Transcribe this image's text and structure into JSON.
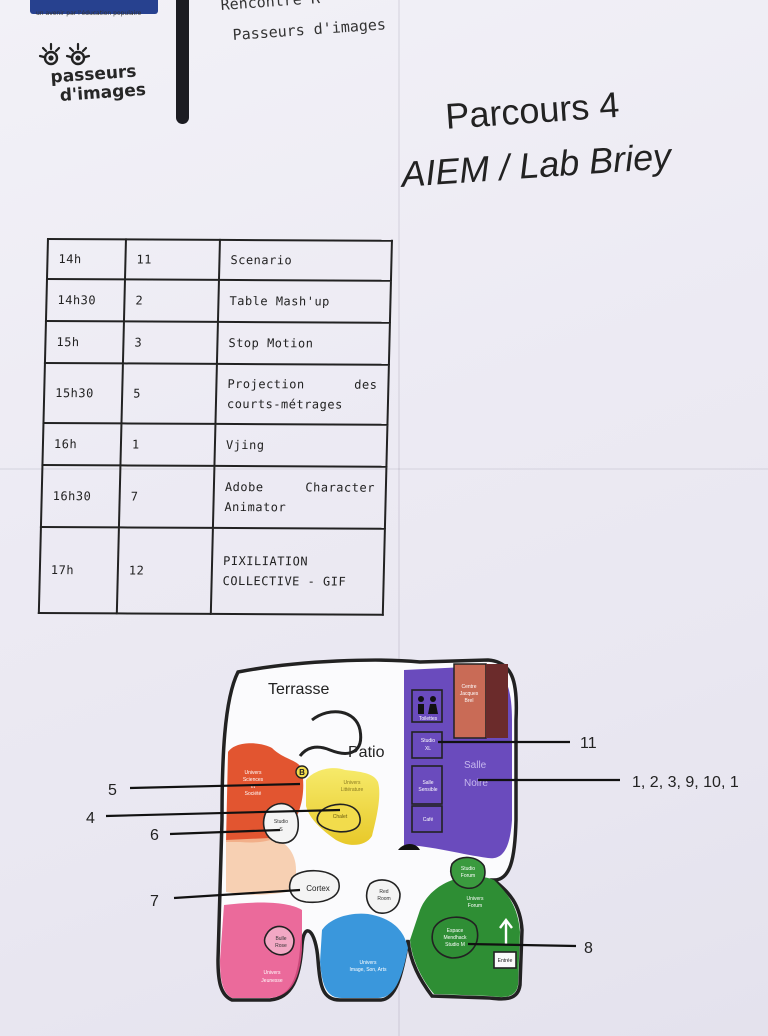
{
  "header": {
    "org_tagline": "un avenir par l'éducation populaire",
    "logo_line1": "passeurs",
    "logo_line2": "d'images",
    "event_line1": "Rencontre R",
    "event_line2": "Passeurs d'images",
    "title": "Parcours 4",
    "subtitle": "AIEM / Lab Briey"
  },
  "schedule": {
    "rows": [
      {
        "time": "14h",
        "num": "11",
        "activity": "Scenario"
      },
      {
        "time": "14h30",
        "num": "2",
        "activity": "Table Mash'up"
      },
      {
        "time": "15h",
        "num": "3",
        "activity": "Stop Motion"
      },
      {
        "time": "15h30",
        "num": "5",
        "activity_l1": "Projection des",
        "activity_l2": "courts-métrages"
      },
      {
        "time": "16h",
        "num": "1",
        "activity": "Vjing"
      },
      {
        "time": "16h30",
        "num": "7",
        "activity_l1": "Adobe Character",
        "activity_l2": "Animator"
      },
      {
        "time": "17h",
        "num": "12",
        "activity_l1": "PIXILIATION",
        "activity_l2": "COLLECTIVE - GIF"
      }
    ]
  },
  "map": {
    "labels": {
      "terrasse": "Terrasse",
      "patio": "Patio",
      "salle_noire_1": "Salle",
      "salle_noire_2": "Noire",
      "sciences_1": "Univers",
      "sciences_2": "Sciences",
      "sciences_3": "et",
      "sciences_4": "Société",
      "litterature_1": "Univers",
      "litterature_2": "Littérature",
      "chalet": "Chalet",
      "studio_s_1": "Studio",
      "studio_s_2": "S",
      "cortex": "Cortex",
      "red_room_1": "Red",
      "red_room_2": "Room",
      "bulle_rose_1": "Bulle",
      "bulle_rose_2": "Rose",
      "jeunesse_1": "Univers",
      "jeunesse_2": "Jeunesse",
      "image_son_1": "Univers",
      "image_son_2": "Image, Son, Arts",
      "forum_1": "Univers",
      "forum_2": "Forum",
      "studio_forum_1": "Studio",
      "studio_forum_2": "Forum",
      "espace_1": "Espace",
      "espace_2": "Mendhack",
      "espace_3": "Studio M",
      "entree": "Entrée",
      "cafe": "Café",
      "studio_xl_1": "Studio",
      "studio_xl_2": "XL",
      "salle_sensible_1": "Salle",
      "salle_sensible_2": "Sensible",
      "centre_1": "Centre",
      "centre_2": "Jacques",
      "centre_3": "Brel",
      "toilettes": "Toilettes",
      "b_marker": "B"
    },
    "callouts": {
      "c11": "11",
      "c_salle_noire": "1, 2, 3, 9, 10, 1",
      "c5": "5",
      "c4": "4",
      "c6": "6",
      "c7": "7",
      "c8": "8"
    }
  }
}
